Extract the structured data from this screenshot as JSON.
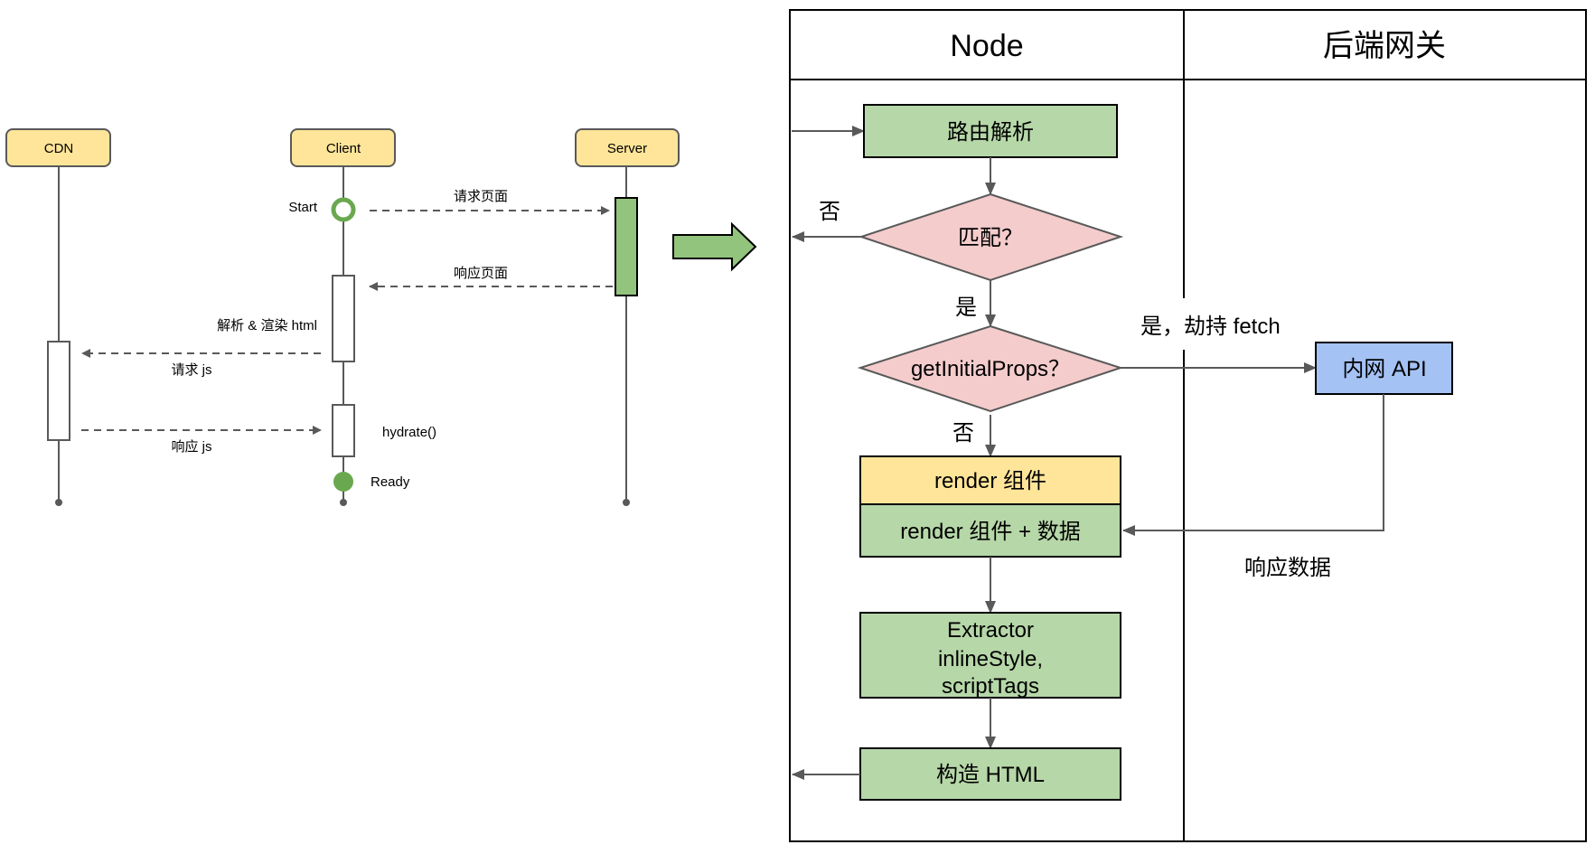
{
  "sequence": {
    "participants": [
      {
        "id": "cdn",
        "label": "CDN"
      },
      {
        "id": "client",
        "label": "Client"
      },
      {
        "id": "server",
        "label": "Server"
      }
    ],
    "markers": {
      "start": "Start",
      "ready": "Ready"
    },
    "messages": [
      {
        "label": "请求页面",
        "from": "client",
        "to": "server"
      },
      {
        "label": "响应页面",
        "from": "server",
        "to": "client"
      },
      {
        "label": "请求 js",
        "from": "client",
        "to": "cdn"
      },
      {
        "label": "响应 js",
        "from": "cdn",
        "to": "client"
      }
    ],
    "notes": {
      "parse_render": "解析 & 渲染 html",
      "hydrate": "hydrate()"
    }
  },
  "transition_arrow": "right-arrow",
  "flowchart": {
    "lanes": [
      {
        "id": "node",
        "title": "Node"
      },
      {
        "id": "gateway",
        "title": "后端网关"
      }
    ],
    "nodes": {
      "route": "路由解析",
      "match": "匹配？",
      "get_initial_props": "getInitialProps？",
      "render": "render 组件",
      "render_data": "render 组件 + 数据",
      "extractor": [
        "Extractor",
        "inlineStyle,",
        "scriptTags"
      ],
      "build_html": "构造 HTML",
      "intranet_api": "内网 API"
    },
    "edge_labels": {
      "match_no": "否",
      "match_yes": "是",
      "gip_no": "否",
      "gip_yes": "是，劫持 fetch",
      "response_data": "响应数据"
    }
  },
  "colors": {
    "participant_fill": "#ffe599",
    "activation_green": "#93c47d",
    "node_green": "#b6d7a8",
    "diamond_pink": "#f4cccc",
    "api_blue": "#a4c2f4",
    "render_yellow": "#ffe599",
    "marker_green": "#6aa84f",
    "line_gray": "#595959"
  }
}
